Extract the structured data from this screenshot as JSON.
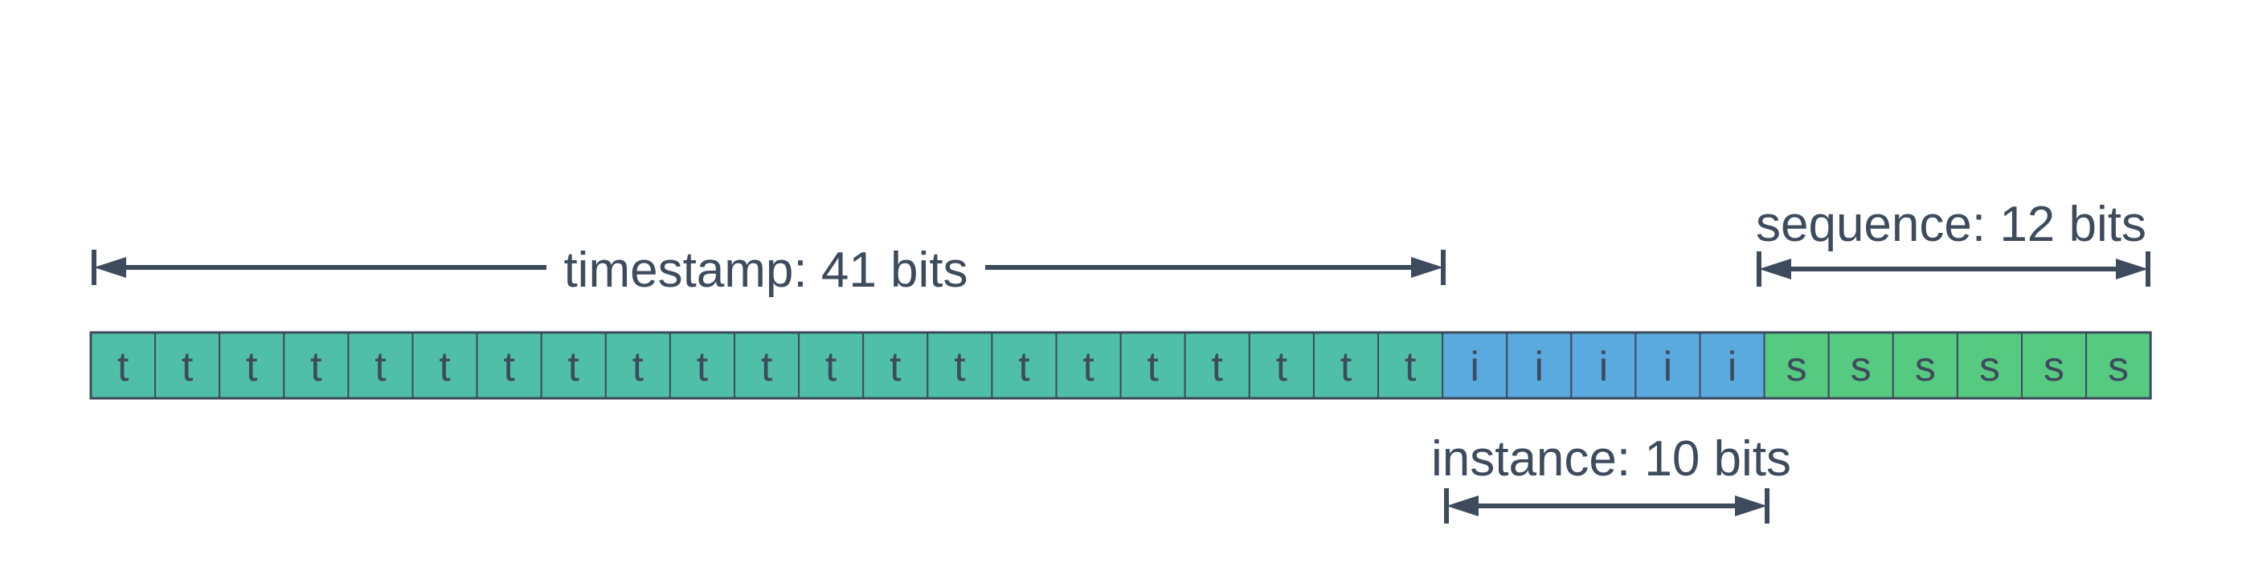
{
  "colors": {
    "timestamp": "#50bfa7",
    "instance": "#5aa9df",
    "sequence": "#57ca81",
    "stroke": "#3d4b5c",
    "text": "#3d4b5c"
  },
  "segments": [
    {
      "key": "timestamp",
      "letter": "t",
      "visible_cells": 21
    },
    {
      "key": "instance",
      "letter": "i",
      "visible_cells": 5
    },
    {
      "key": "sequence",
      "letter": "s",
      "visible_cells": 6
    }
  ],
  "labels": {
    "timestamp": "timestamp: 41 bits",
    "instance": "instance: 10 bits",
    "sequence": "sequence: 12 bits"
  }
}
